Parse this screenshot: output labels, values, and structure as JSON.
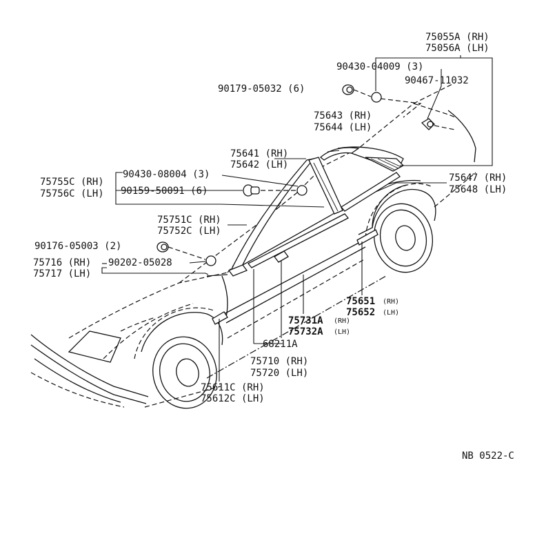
{
  "labels": {
    "p75055A": "75055A (RH)",
    "p75056A": "75056A (LH)",
    "p90430_04009": "90430-04009 (3)",
    "p90467": "90467-11032",
    "p90179": "90179-05032 (6)",
    "p75643": "75643 (RH)",
    "p75644": "75644 (LH)",
    "p75641": "75641 (RH)",
    "p75642": "75642 (LH)",
    "p75647": "75647 (RH)",
    "p75648": "75648 (LH)",
    "p75755C": "75755C (RH)",
    "p75756C": "75756C (LH)",
    "p90430_08004": "90430-08004 (3)",
    "p90159": "90159-50091 (6)",
    "p75751C": "75751C (RH)",
    "p75752C": "75752C (LH)",
    "p90176": "90176-05003 (2)",
    "p75716": "75716 (RH)",
    "p75717": "75717 (LH)",
    "p90202": "90202-05028",
    "p75651_num": "75651",
    "p75651_side": "(RH)",
    "p75652_num": "75652",
    "p75652_side": "(LH)",
    "p75731A_num": "75731A",
    "p75731A_side": "(RH)",
    "p75732A_num": "75732A",
    "p75732A_side": "(LH)",
    "p68211A": "68211A",
    "p75710": "75710 (RH)",
    "p75720": "75720 (LH)",
    "p75611C": "75611C (RH)",
    "p75612C": "75612C (LH)",
    "diagram_code": "NB  0522-C"
  }
}
